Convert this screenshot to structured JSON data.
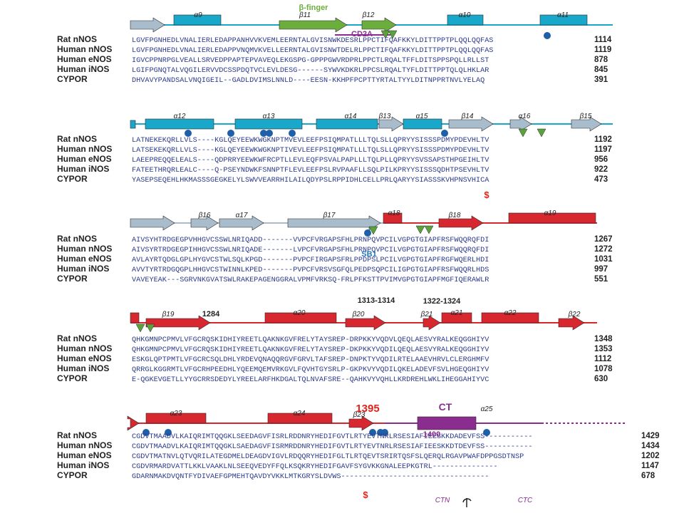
{
  "names": [
    "Rat nNOS",
    "Human nNOS",
    "Human eNOS",
    "Human iNOS",
    "CYPOR"
  ],
  "colors": {
    "helix_cyan": "#19a8c9",
    "strand_gray": "#a9bccc",
    "strand_green": "#6cae3e",
    "red": "#d7282f",
    "purple": "#8b2d8f",
    "sequence_text": "#2b3a8c",
    "dot_blue": "#1f5fa8",
    "triangle_green": "#5aa23a"
  },
  "blocks": [
    {
      "sequences": [
        "LGVFPGNHEDLVNALIERLEDAPPANHVVKVEMLEERNTALGVISNWKDESRLPPCTIFQAFKKYLDITTPPTPLQQLQQFAS",
        "LGVFPGNHEDLVNALIERLEDAPPVNQMVKVELLEERNTALGVISNWTDELRLPPCTIFQAFKKYLDITTPPTPLQQLQQFAS",
        "IGVCPPNRPGLVEALLSRVEDPPAPTEPVAVEQLEKGSPG-GPPPGWVRDPRLPPCTLRQALTFFLDITSPPSPQLLRLLST",
        "LGIFPGNQTALVQGILERVVDCSSPDQTVCLEVLDESG------SYWVKDKRLPPCSLRQALTYFLDITTPPTQLQLHKLAR",
        "DHVAVYPANDSALVNQIGEIL--GADLDVIMSLNNLD----EESN-KKHPFPCPTTYRTALTYYLDITNPPRTNVLYELAQ"
      ],
      "numbers": [
        "1114",
        "1119",
        "878",
        "845",
        "391"
      ],
      "labels": [
        "α9",
        "β11",
        "β-finger",
        "β12",
        "α10",
        "α11",
        "CD2A"
      ]
    },
    {
      "sequences": [
        "LATNEKEKQRLLVLS----KGLQEYEEWKWGKNPTMVEVLEEFPSIQMPATLLLTQLSLLQPRYYSISSSPDMYPDEVHLTV",
        "LATSEKEKQRLLVLS----KGLQEYEEWKWGKNPTIVEVLEEFPSIQMPATLLLTQLSLLQPRYYSISSSPDMYPDEVHLTV",
        "LAEEPREQQELEALS----QDPRRYEEWKWFRCPTLLEVLEQFPSVALPAPLLLTQLPLLQPRYYSVSSAPSTHPGEIHLTV",
        "FATEETHRQRLEALC----Q-PSEYNDWKFSNNPTFLEVLEEFPSLRVPAAFLLSQLPILKPRYYSISSSQDHTPSEVHLTV",
        "YASEPSEQEHLHKMASSSGEGKELYLSWVVEARRHILAILQDYPSLRPPIDHLCELLPRLQARYYSIASSSKVHPNSVHICA"
      ],
      "numbers": [
        "1192",
        "1197",
        "956",
        "922",
        "473"
      ],
      "labels": [
        "α12",
        "α13",
        "α14",
        "β13",
        "α15",
        "β14",
        "α16",
        "β15"
      ],
      "mark": "$"
    },
    {
      "sequences": [
        "AIVSYHTRDGEGPVHHGVCSSWLNRIQADD-------VVPCFVRGAPSFHLPRNPQVPCILVGPGTGIAPFRSFWQQRQFDI",
        "AIVSYRTRDGEGPIHHGVCSSWLNRIQADE-------LVPCFVRGAPSFHLPRNPQVPCILVGPGTGIAPFRSFWQQRQFDI",
        "AVLAYRTQDGLGPLHYGVCSTWLSQLKPGD-------PVPCFIRGAPSFRLPPDPSLPCILVGPGTGIAPFRGFWQERLHDI",
        "AVVTYRTRDGQGPLHHGVCSTWINNLKPED-------PVPCFVRSVSGFQLPEDPSQPCILIGPGTGIAPFRSFWQQRLHDS",
        "VAVEYEAK---SGRVNKGVATSWLRAKEPAGENGGRALVPMFVRKSQ-FRLPFKSTTPVIMVGPGTGIAPFMGFIQERAWLR"
      ],
      "numbers": [
        "1267",
        "1272",
        "1031",
        "997",
        "551"
      ],
      "labels": [
        "β16",
        "α17",
        "β17",
        "α18",
        "β18",
        "α19",
        "SB1"
      ]
    },
    {
      "sequences": [
        "QHKGMNPCPMVLVFGCRQSKIDHIYREETLQAKNKGVFRELYTAYSREP-DRPKKYVQDVLQEQLAESVYRALKEQGGHIYV",
        "QHKGMNPCPMVLVFGCRQSKIDHIYREETLQAKNKGVFRELYTAYSREP-DKPKKYVQDILQEQLAESVYRALKEQGGHIYV",
        "ESKGLQPTPMTLVFGCRCSQLDHLYRDEVQNAQQRGVFGRVLTAFSREP-DNPKTYVQDILRTELAAEVHRVLCLERGHMFV",
        "QRRGLKGGRMTLVFGCRHPEEDHLYQEEMQEMVRKGVLFQVHTGYSRLP-GKPKVYVQDILQKELADEVFSVLHGEQGHIYV",
        "E-QGKEVGETLLYYGCRRSDEDYLYREELARFHKDGALTQLNVAFSRE--QAHKVYVQHLLKRDREHLWKLIHEGGAHIYVC"
      ],
      "numbers": [
        "1348",
        "1353",
        "1112",
        "1078",
        "630"
      ],
      "labels": [
        "β19",
        "1284",
        "α20",
        "β20",
        "1313-1314",
        "β21",
        "1322-1324",
        "α21",
        "α22",
        "β22"
      ]
    },
    {
      "sequences": [
        "CGDVTMAADVLKAIQRIMTQQGKLSEEDAGVFISRLRDDNRYHEDIFGVTLRTYEVTNRLRSESIAFIEESKKDADEVFSS-----------",
        "CGDVTMAADVLKAIQRIMTQQGKLSAEDAGVFISRMRDDNRYHEDIFGVTLRTYEVTNRLRSESIAFIEESKKDTDEVFSS-----------",
        "CGDVTMATNVLQTVQRILATEGDMELDEAGDVIGVLRDQQRYHEDIFGLTLRTQEVTSRIRTQSFSLQERQLRGAVPWAFDPPGSDTNSP",
        "CGDVRMARDVATTLKKLVAAKLNLSEEQVEDYFFQLKSQKRYHEDIFGAVFSYGVKKGNALEEPKGTRL---------------",
        "GDARNMAKDVQNTFYDIVAEFGPMEHTQAVDYVKKLMTKGRYSLDVWS----------------------------------"
      ],
      "numbers": [
        "1429",
        "1434",
        "1202",
        "1147",
        "678"
      ],
      "labels": [
        "α23",
        "α24",
        "β23",
        "1395",
        "CT",
        "α25",
        "1400",
        "CTN",
        "CTC"
      ],
      "mark": "$"
    }
  ]
}
